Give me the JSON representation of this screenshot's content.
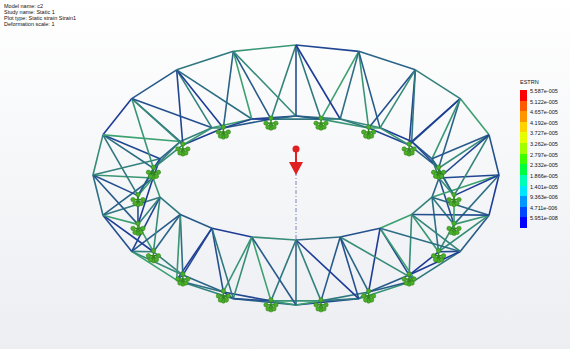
{
  "diagram": {
    "labels": [
      "Model name: c2",
      "Study name: Static 1",
      "Plot type: Static strain Strain1",
      "Deformation scale: 1",
      "ESTRN"
    ],
    "legend": [
      {
        "text": "5.587e-005",
        "color": "#ff0000"
      },
      {
        "text": "5.122e-005",
        "color": "#ff5a00"
      },
      {
        "text": "4.657e-005",
        "color": "#ff9600"
      },
      {
        "text": "4.192e-005",
        "color": "#ffd200"
      },
      {
        "text": "3.727e-005",
        "color": "#e6ff00"
      },
      {
        "text": "3.262e-005",
        "color": "#a0ff00"
      },
      {
        "text": "2.797e-005",
        "color": "#3cff00"
      },
      {
        "text": "2.332e-005",
        "color": "#00ff3c"
      },
      {
        "text": "1.866e-005",
        "color": "#00ffb4"
      },
      {
        "text": "1.401e-005",
        "color": "#00e6ff"
      },
      {
        "text": "9.363e-006",
        "color": "#0096ff"
      },
      {
        "text": "4.711e-006",
        "color": "#0046ff"
      },
      {
        "text": "5.951e-008",
        "color": "#0000ff"
      }
    ]
  }
}
